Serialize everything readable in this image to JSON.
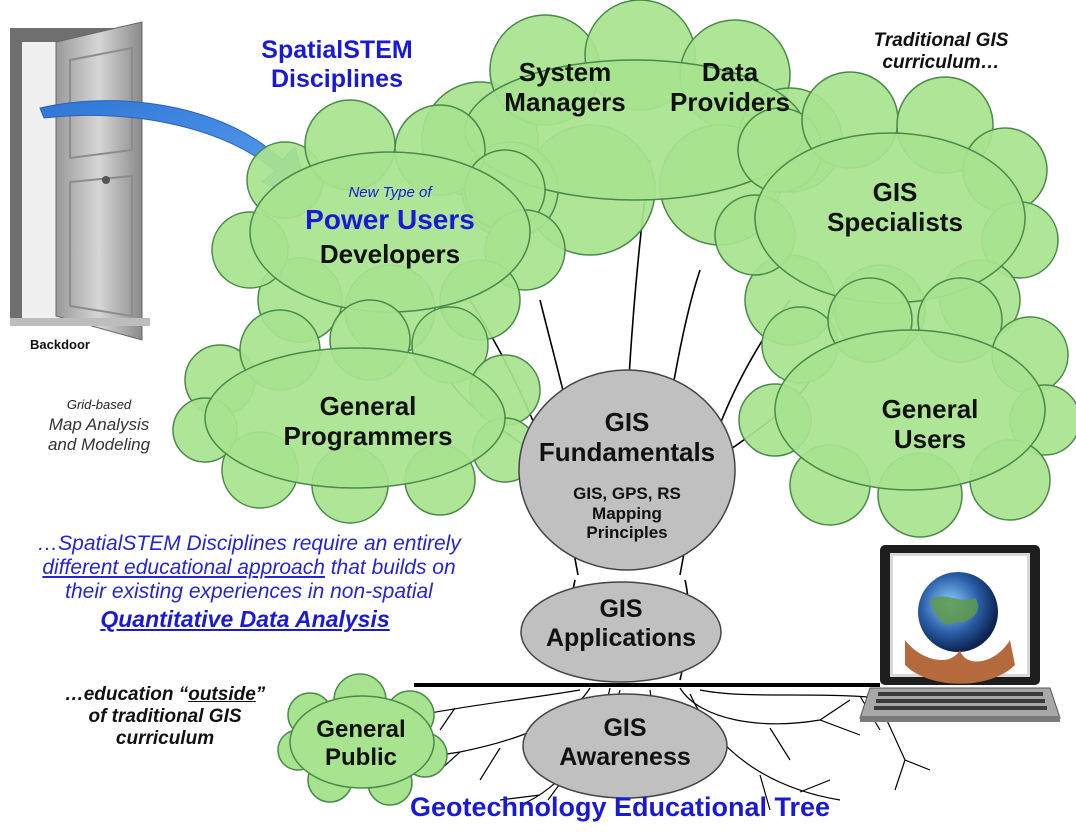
{
  "titles": {
    "disciplines": "SpatialSTEM\nDisciplines",
    "main": "Geotechnology Educational Tree"
  },
  "notes": {
    "traditional": "Traditional GIS\ncurriculum…",
    "backdoor": "Backdoor",
    "grid_small": "Grid-based",
    "grid_rest": "Map Analysis\nand Modeling",
    "statement": "…SpatialSTEM Disciplines require an entirely",
    "statement_link": "different educational approach",
    "statement_tail": " that builds on",
    "statement_line3": "their existing experiences in non-spatial",
    "quant": "Quantitative Data Analysis",
    "education_a": "…education “",
    "education_b": "outside",
    "education_c": "”\nof traditional GIS\ncurriculum"
  },
  "clouds": {
    "system_managers": "System\nManagers",
    "data_providers": "Data\nProviders",
    "new_type": "New Type of",
    "power_users": "Power Users",
    "developers": "Developers",
    "gis_specialists": "GIS\nSpecialists",
    "general_programmers": "General\nProgrammers",
    "general_users": "General\nUsers",
    "general_public": "General\nPublic"
  },
  "trunk": {
    "fundamentals": "GIS\nFundamentals",
    "fundamentals_sub": "GIS, GPS, RS\nMapping\nPrinciples",
    "applications": "GIS\nApplications",
    "awareness": "GIS\nAwareness"
  },
  "colors": {
    "cloud_fill": "#a8e38f",
    "cloud_stroke": "#4a8a4a",
    "ellipse_fill": "#c0c0c0",
    "blue": "#1a1ad6"
  }
}
